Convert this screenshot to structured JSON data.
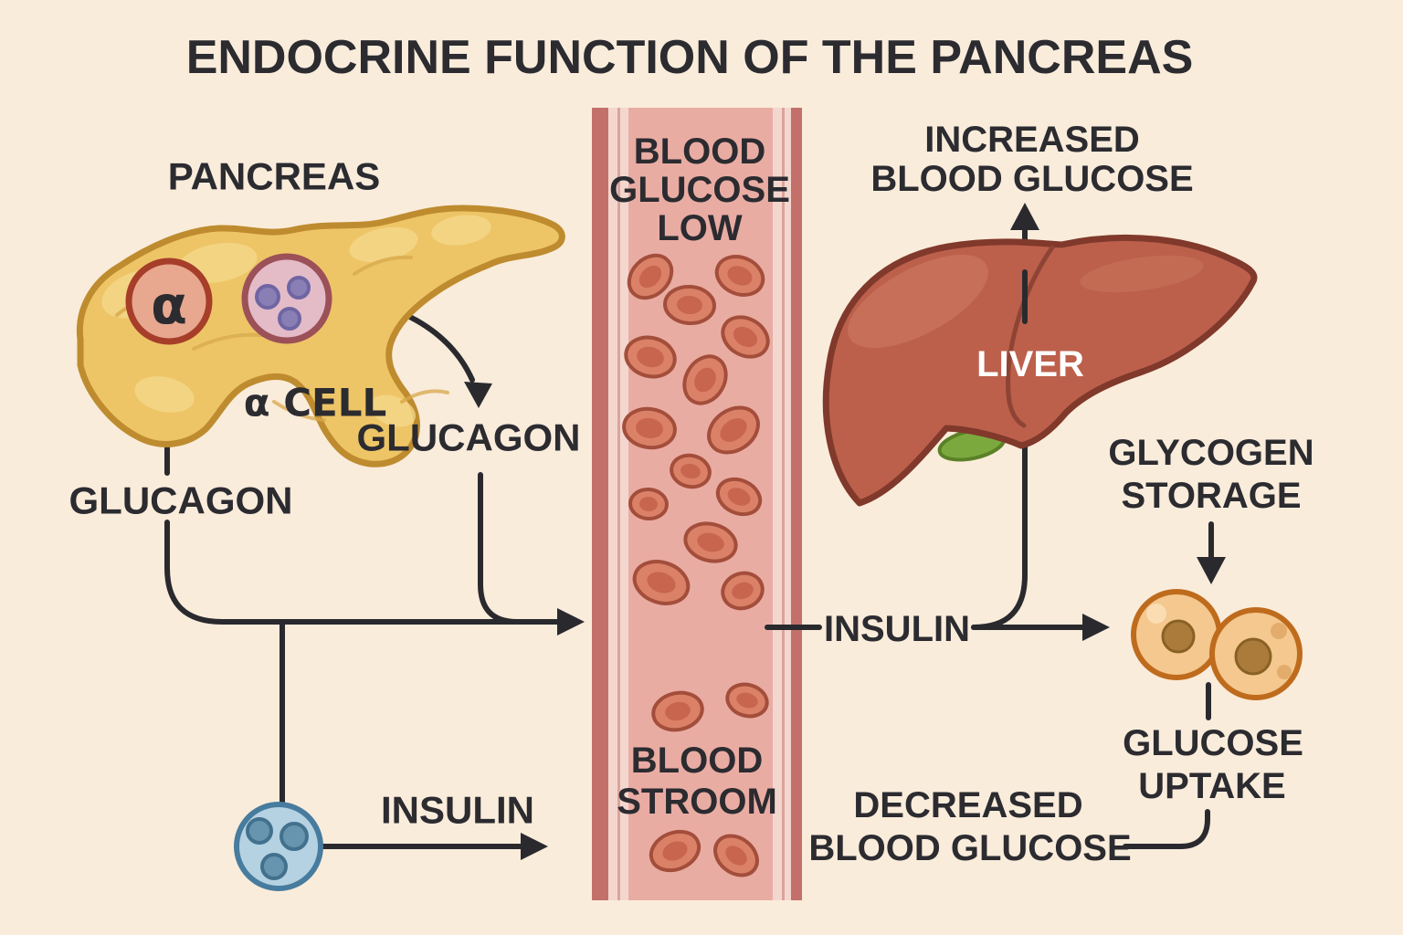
{
  "labels": {
    "title": "ENDOCRINE FUNCTION OF THE PANCREAS",
    "pancreas": "PANCREAS",
    "alpha_symbol": "α",
    "alpha_cell": "α CELL",
    "glucagon_left": "GLUCAGON",
    "glucagon_right": "GLUCAGON",
    "insulin_bottom": "INSULIN",
    "insulin_right": "INSULIN",
    "blood_glucose_low": [
      "BLOOD",
      "GLUCOSE",
      "LOW"
    ],
    "blood_stroom": [
      "BLOOD",
      "STROOM"
    ],
    "increased": [
      "INCREASED",
      "BLOOD GLUCOSE"
    ],
    "liver": "LIVER",
    "glycogen": [
      "GLYCOGEN",
      "STORAGE"
    ],
    "glucose_uptake": [
      "GLUCOSE",
      "UPTAKE"
    ],
    "decreased": [
      "DECREASED",
      "BLOOD GLUCOSE"
    ]
  },
  "colors": {
    "background": "#FAECDB",
    "text": "#2B2B30",
    "flow_line": "#2A2A2E",
    "pancreas_fill": "#EEC566",
    "pancreas_outline": "#BE8C2F",
    "pancreas_light_lump": "#F5D98D",
    "pancreas_shade": "#D8A94C",
    "alpha_cell_fill": "#E8A78F",
    "alpha_cell_border": "#A63E2A",
    "alpha_symbol_color": "#8F2B1B",
    "islet_cell_fill": "#E3BCC8",
    "islet_cell_border": "#9C5058",
    "islet_dot_fill": "#8A7FB4",
    "islet_dot_border": "#6F65A3",
    "vessel_interior": "#E9ACA3",
    "vessel_stripe": "#F3D7CF",
    "vessel_stripe_line": "#DCA39B",
    "vessel_border": "#C4706A",
    "rbc_fill": "#DB8168",
    "rbc_border": "#A34E3B",
    "rbc_center": "#C8654E",
    "liver_fill": "#BC604C",
    "liver_outline": "#80392B",
    "liver_highlight": "#CF7B63",
    "liver_crease": "#8E4434",
    "liver_text": "#FFFFFF",
    "gallbladder_fill": "#7CA93E",
    "gallbladder_border": "#5A8127",
    "beta_cell_fill": "#B5D2E2",
    "beta_cell_border": "#477C9E",
    "beta_dot_fill": "#6794AE",
    "beta_dot_border": "#42718E",
    "target_cell_fill": "#F4C88E",
    "target_cell_border": "#BF6B1D",
    "target_nucleus_fill": "#AA7B3A",
    "target_nucleus_border": "#8A6125"
  }
}
